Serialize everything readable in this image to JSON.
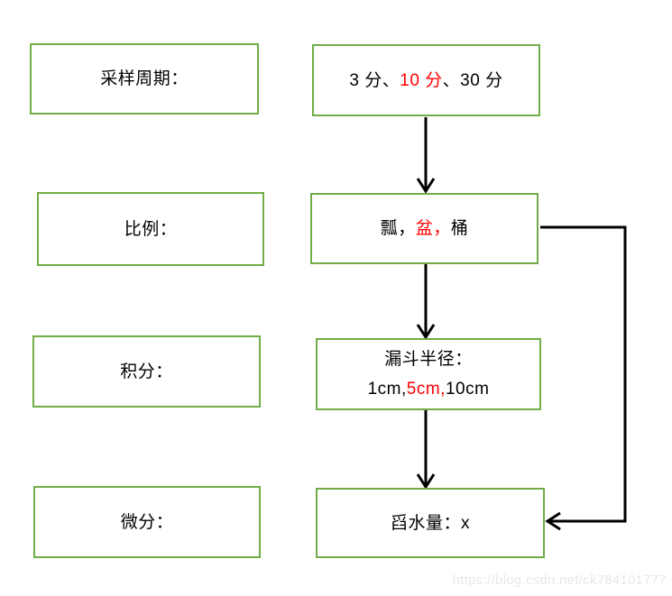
{
  "colors": {
    "box_border_green": "#70ad47",
    "text_black": "#000000",
    "highlight_red": "#ff0000",
    "arrow_black": "#000000",
    "watermark_gray": "#e7e7e7"
  },
  "left_column": {
    "boxes": [
      {
        "label": "采样周期："
      },
      {
        "label": "比例："
      },
      {
        "label": "积分："
      },
      {
        "label": "微分："
      }
    ]
  },
  "right_column": {
    "boxes": [
      {
        "lines": [
          {
            "segments": [
              {
                "text": "3 分、",
                "color": "#000000"
              },
              {
                "text": "10 分",
                "color": "#ff0000"
              },
              {
                "text": "、30 分",
                "color": "#000000"
              }
            ]
          }
        ]
      },
      {
        "lines": [
          {
            "segments": [
              {
                "text": "瓢，",
                "color": "#000000"
              },
              {
                "text": "盆，",
                "color": "#ff0000"
              },
              {
                "text": "桶",
                "color": "#000000"
              }
            ]
          }
        ]
      },
      {
        "lines": [
          {
            "segments": [
              {
                "text": "漏斗半径：",
                "color": "#000000"
              }
            ]
          },
          {
            "segments": [
              {
                "text": "1cm,",
                "color": "#000000"
              },
              {
                "text": "5cm,",
                "color": "#ff0000"
              },
              {
                "text": "10cm",
                "color": "#000000"
              }
            ]
          }
        ]
      },
      {
        "lines": [
          {
            "segments": [
              {
                "text": "舀水量：x",
                "color": "#000000"
              }
            ]
          }
        ]
      }
    ]
  },
  "watermark": {
    "text": "https://blog.csdn.net/ck784101777"
  }
}
